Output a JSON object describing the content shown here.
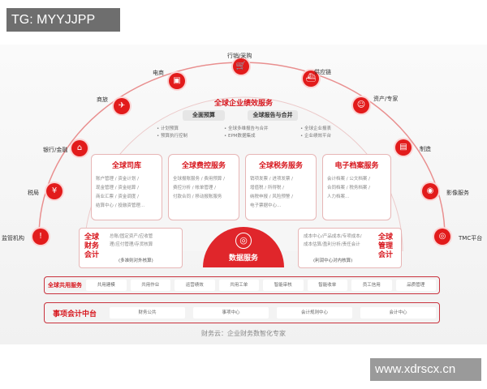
{
  "watermarks": {
    "top_left": "TG: MYYJJPP",
    "bottom_right": "www.xdrscx.cn"
  },
  "outer_nodes": [
    {
      "label": "监管机构",
      "icon": "alarm-icon"
    },
    {
      "label": "税局",
      "icon": "tax-icon"
    },
    {
      "label": "银行/金融",
      "icon": "bank-icon"
    },
    {
      "label": "商旅",
      "icon": "travel-icon"
    },
    {
      "label": "电商",
      "icon": "shop-icon"
    },
    {
      "label": "行销/采购",
      "icon": "cart-icon"
    },
    {
      "label": "供应链",
      "icon": "ship-icon"
    },
    {
      "label": "资产/专家",
      "icon": "user-icon"
    },
    {
      "label": "制造",
      "icon": "factory-icon"
    },
    {
      "label": "影像服务",
      "icon": "camera-icon"
    },
    {
      "label": "TMC平台",
      "icon": "location-icon"
    }
  ],
  "performance": {
    "title": "全球企业绩效服务",
    "pills": [
      "全面预算",
      "全球报告与合并"
    ],
    "col1": [
      "• 计划预算",
      "• 预算执行控制"
    ],
    "col2": [
      "• 全球多维报告与合并",
      "• EPM数据集成"
    ],
    "col3": [
      "• 全球企业报表",
      "• 企业绩效平台"
    ]
  },
  "cards": [
    {
      "title": "全球司库",
      "lines": [
        "账户管理 / 资金计划 /",
        "现金管理 / 资金结算 /",
        "商业汇票 / 资金调度 /",
        "结算中心 / 投融资管理..."
      ]
    },
    {
      "title": "全球费控服务",
      "lines": [
        "全球报账服务 / 费用预算 /",
        "费控分析 / 帐单管理 /",
        "付款合同 / 移动报账服务"
      ]
    },
    {
      "title": "全球税务服务",
      "lines": [
        "销项发票 / 进项发票 /",
        "增值税 / 所得税 /",
        "纳税申报 / 风险预警 /",
        "电子票据中心..."
      ]
    },
    {
      "title": "电子档案服务",
      "lines": [
        "会计档案 / 公文档案 /",
        "合同档案 / 税务档案 /",
        "人力档案..."
      ]
    }
  ],
  "financial_accounting": {
    "title": [
      "全球",
      "财务",
      "会计"
    ],
    "lines": [
      "总账/固定资产/应收管",
      "理/应付管理/存货核算"
    ],
    "note": "(多准则对外核算)"
  },
  "management_accounting": {
    "title": [
      "全球",
      "管理",
      "会计"
    ],
    "lines": [
      "成本中心/产品成本/专项成本/",
      "成本估算/盈利分析/责任会计"
    ],
    "note": "(利润中心对内核算)"
  },
  "data_service": {
    "label": "数据服务",
    "icon": "target-icon"
  },
  "shared_services": {
    "label": "全球共用服务",
    "items": [
      "共用建模",
      "共用作业",
      "运营绩效",
      "共用工单",
      "智能审核",
      "智能收单",
      "员工信用",
      "品质管理"
    ]
  },
  "middle_platform": {
    "label": "事项会计中台",
    "items": [
      "财务公共",
      "事项中心",
      "会计规则中心",
      "会计中心"
    ]
  },
  "tagline": "财务云：企业财务数智化专家",
  "colors": {
    "accent": "#d7161d",
    "border": "#c9323d"
  }
}
